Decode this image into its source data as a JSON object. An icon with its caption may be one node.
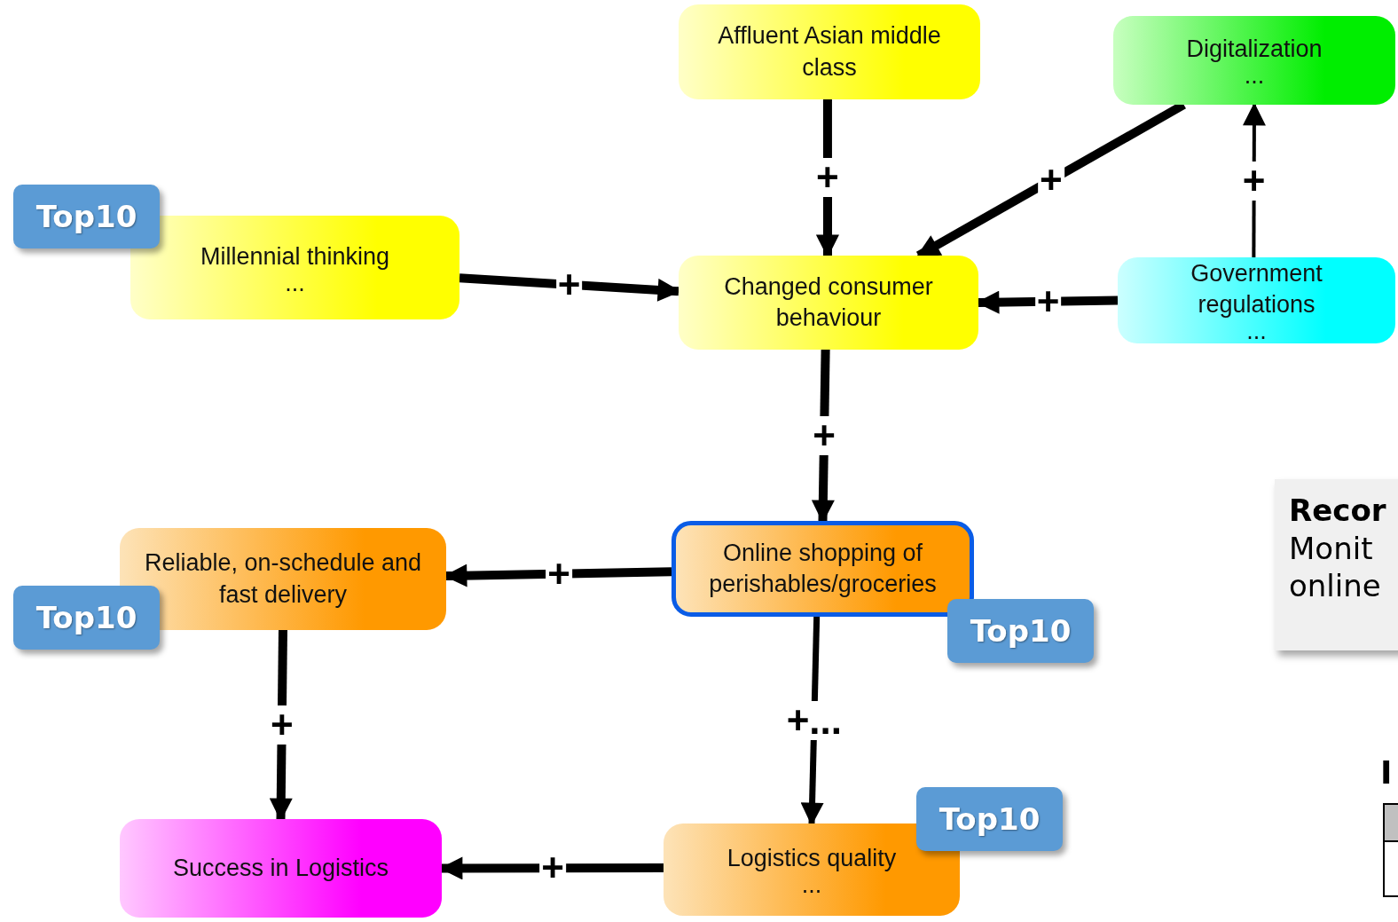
{
  "diagram": {
    "nodes": [
      {
        "text": [
          "Affluent Asian middle class"
        ]
      },
      {
        "text": [
          "Digitalization",
          "..."
        ]
      },
      {
        "text": [
          "Millennial thinking",
          "..."
        ],
        "beside": [
          "Top10"
        ]
      },
      {
        "text": [
          "Changed consumer behaviour"
        ]
      },
      {
        "text": [
          "Government regulations",
          "..."
        ]
      },
      {
        "text": [
          "Reliable, on-schedule and fast delivery"
        ],
        "beside": [
          "Top10"
        ]
      },
      {
        "text": [
          "Online shopping of perishables/groceries"
        ],
        "beside": [
          "Top10"
        ]
      },
      {
        "text": [
          "Success in Logistics"
        ]
      },
      {
        "text": [
          "Logistics quality",
          "..."
        ],
        "beside": [
          "Top10"
        ]
      },
      {
        "text": [
          "Recor",
          "Monit",
          "online"
        ]
      }
    ],
    "edges": [
      {
        "from": 0,
        "to": 3,
        "arrow": "to",
        "label": "+"
      },
      {
        "from": 1,
        "to": 3,
        "arrow": "to",
        "label": "+"
      },
      {
        "from": 4,
        "to": 1,
        "arrow": "to",
        "label": "+"
      },
      {
        "from": 2,
        "to": 3,
        "arrow": "to",
        "label": "+"
      },
      {
        "from": 4,
        "to": 3,
        "arrow": "to",
        "label": "+"
      },
      {
        "from": 3,
        "to": 6,
        "arrow": "to",
        "label": "+"
      },
      {
        "from": 6,
        "to": 5,
        "arrow": "to",
        "label": "+"
      },
      {
        "from": 6,
        "to": 8,
        "arrow": "to",
        "label": "+..."
      },
      {
        "from": 5,
        "to": 7,
        "arrow": "to",
        "label": "+"
      },
      {
        "from": 8,
        "to": 7,
        "arrow": "to",
        "label": "+"
      }
    ],
    "labels": [
      "I"
    ]
  }
}
